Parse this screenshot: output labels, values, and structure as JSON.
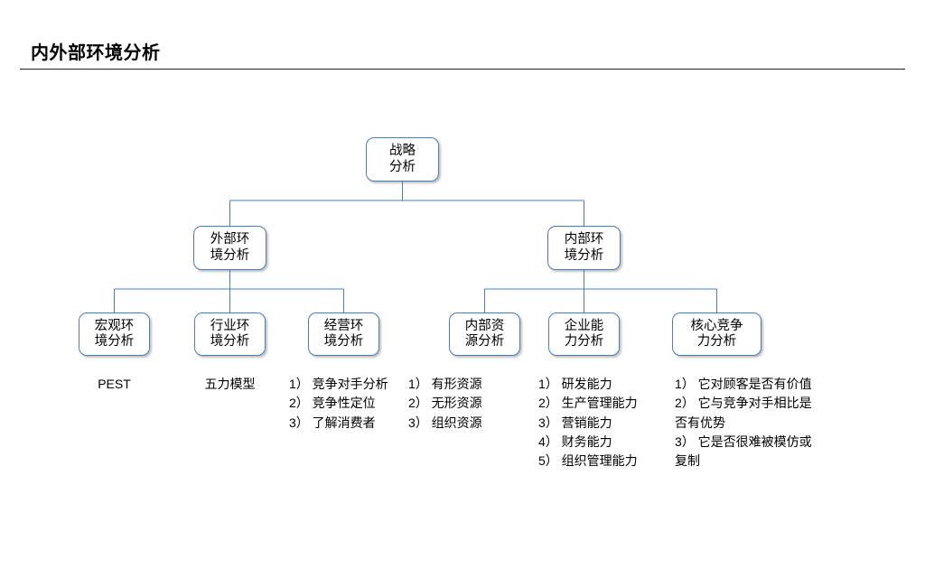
{
  "slide": {
    "title": "内外部环境分析"
  },
  "diagram": {
    "type": "tree",
    "accent_color": "#4a7ebb",
    "nodes": {
      "root": {
        "line1": "战略",
        "line2": "分析"
      },
      "external": {
        "line1": "外部环",
        "line2": "境分析"
      },
      "internal": {
        "line1": "内部环",
        "line2": "境分析"
      },
      "macro": {
        "line1": "宏观环",
        "line2": "境分析"
      },
      "industry": {
        "line1": "行业环",
        "line2": "境分析"
      },
      "operating": {
        "line1": "经营环",
        "line2": "境分析"
      },
      "resources": {
        "line1": "内部资",
        "line2": "源分析"
      },
      "capability": {
        "line1": "企业能",
        "line2": "力分析"
      },
      "core": {
        "line1": "核心竞争",
        "line2": "力分析"
      }
    },
    "captions": {
      "macro": "PEST",
      "industry": "五力模型",
      "operating": "1） 竞争对手分析\n2） 竞争性定位\n3） 了解消费者",
      "resources": "1） 有形资源\n2） 无形资源\n3） 组织资源",
      "capability": "1） 研发能力\n2） 生产管理能力\n3） 营销能力\n4） 财务能力\n5） 组织管理能力",
      "core": "1） 它对顾客是否有价值\n2） 它与竞争对手相比是\n否有优势\n3） 它是否很难被模仿或\n复制"
    }
  }
}
